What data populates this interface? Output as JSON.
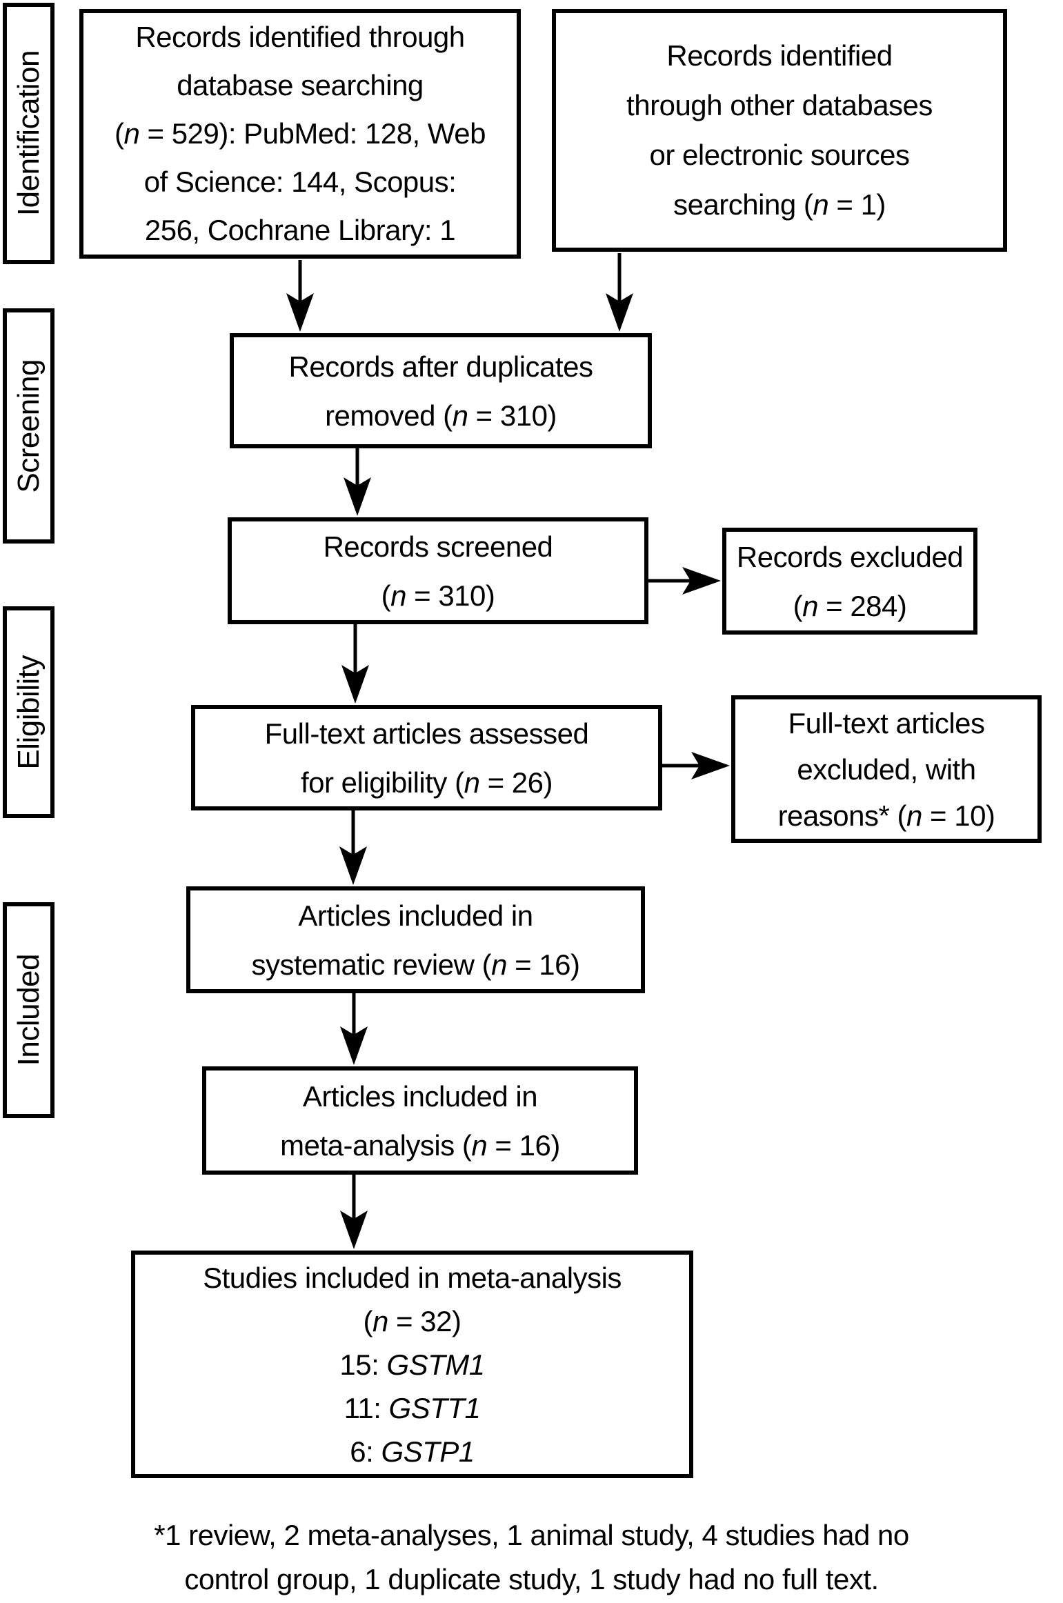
{
  "figure": {
    "type": "prisma-flow-diagram",
    "colors": {
      "line": "#000000",
      "background": "#ffffff",
      "text": "#000000"
    }
  },
  "stages": [
    {
      "label": "Identification"
    },
    {
      "label": "Screening"
    },
    {
      "label": "Eligibility"
    },
    {
      "label": "Included"
    }
  ],
  "boxes": {
    "records_db": {
      "lines": [
        {
          "pre": "Records identified through"
        },
        {
          "pre": "database searching"
        },
        {
          "pre": "(",
          "it": "n",
          "post": " = 529): PubMed: 128, Web"
        },
        {
          "pre": "of Science: 144, Scopus:"
        },
        {
          "pre": "256, Cochrane Library: 1"
        }
      ]
    },
    "records_other": {
      "lines": [
        {
          "pre": "Records identified"
        },
        {
          "pre": "through other databases"
        },
        {
          "pre": "or electronic sources"
        },
        {
          "pre": "searching (",
          "it": "n",
          "post": " = 1)"
        }
      ]
    },
    "duplicates": {
      "lines": [
        {
          "pre": "Records after duplicates"
        },
        {
          "pre": "removed (",
          "it": "n",
          "post": " = 310)"
        }
      ]
    },
    "screened": {
      "lines": [
        {
          "pre": "Records screened"
        },
        {
          "pre": "(",
          "it": "n",
          "post": " = 310)"
        }
      ]
    },
    "excluded": {
      "lines": [
        {
          "pre": "Records excluded"
        },
        {
          "pre": "(",
          "it": "n",
          "post": " = 284)"
        }
      ]
    },
    "assessed": {
      "lines": [
        {
          "pre": "Full-text articles assessed"
        },
        {
          "pre": "for eligibility (",
          "it": "n",
          "post": " = 26)"
        }
      ]
    },
    "ft_excluded": {
      "lines": [
        {
          "pre": "Full-text articles"
        },
        {
          "pre": "excluded, with"
        },
        {
          "pre": "reasons* (",
          "it": "n",
          "post": " = 10)"
        }
      ]
    },
    "systematic": {
      "lines": [
        {
          "pre": "Articles included in"
        },
        {
          "pre": "systematic review (",
          "it": "n",
          "post": " = 16)"
        }
      ]
    },
    "meta": {
      "lines": [
        {
          "pre": "Articles included in"
        },
        {
          "pre": "meta-analysis (",
          "it": "n",
          "post": " = 16)"
        }
      ]
    },
    "studies": {
      "lines": [
        {
          "pre": "Studies included in meta-analysis"
        },
        {
          "pre": "(",
          "it": "n",
          "post": " = 32)"
        },
        {
          "pre": "15: ",
          "it": "GSTM1"
        },
        {
          "pre": "11: ",
          "it": "GSTT1"
        },
        {
          "pre": "6: ",
          "it": "GSTP1"
        }
      ]
    }
  },
  "footnote": {
    "line1": "*1 review, 2 meta-analyses, 1 animal study, 4 studies had no",
    "line2": "control group, 1 duplicate study, 1 study had no full text."
  }
}
